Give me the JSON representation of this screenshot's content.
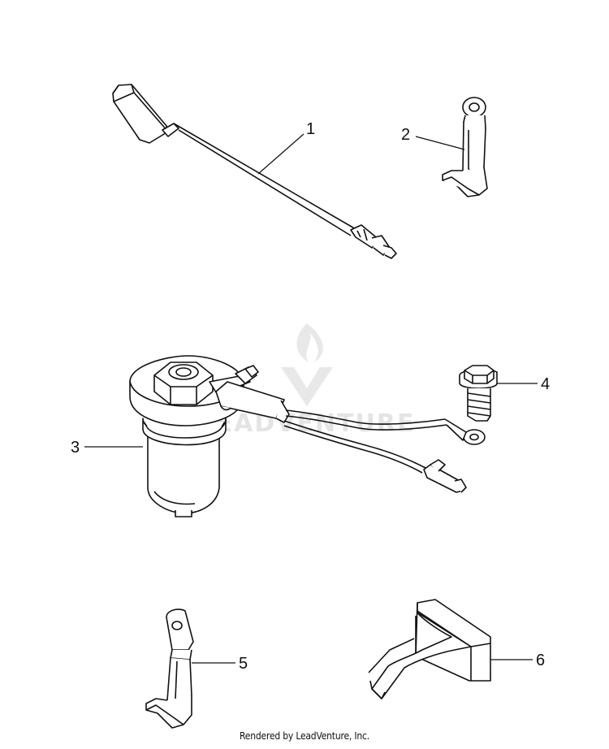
{
  "callouts": {
    "c1": "1",
    "c2": "2",
    "c3": "3",
    "c4": "4",
    "c5": "5",
    "c6": "6"
  },
  "watermark": {
    "text": "LEADVENTURE"
  },
  "footer": {
    "text": "Rendered by LeadVenture, Inc."
  }
}
